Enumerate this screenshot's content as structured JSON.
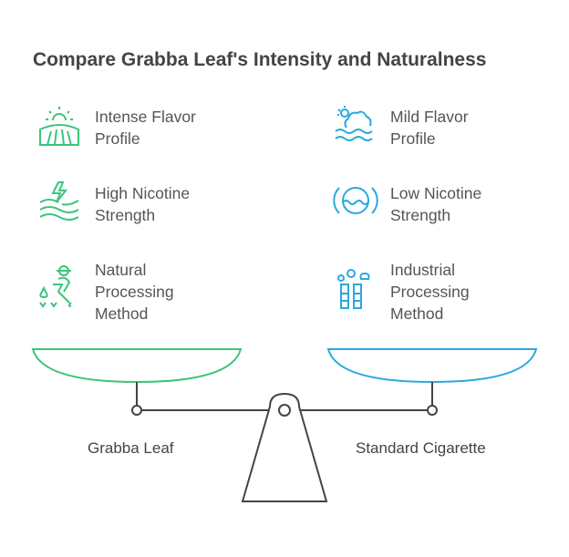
{
  "title": "Compare Grabba Leaf's Intensity and Naturalness",
  "colors": {
    "left": "#3cc47c",
    "right": "#2aa8e0",
    "beam": "#444444"
  },
  "left": {
    "label": "Grabba Leaf",
    "items": [
      {
        "line1": "Intense Flavor",
        "line2": "Profile",
        "icon": "sunrise-field-icon"
      },
      {
        "line1": "High Nicotine",
        "line2": "Strength",
        "icon": "lightning-waves-icon"
      },
      {
        "line1": "Natural",
        "line2": "Processing",
        "line3": "Method",
        "icon": "farmer-icon"
      }
    ]
  },
  "right": {
    "label": "Standard Cigarette",
    "items": [
      {
        "line1": "Mild Flavor",
        "line2": "Profile",
        "icon": "cloud-sun-waves-icon"
      },
      {
        "line1": "Low Nicotine",
        "line2": "Strength",
        "icon": "circle-waves-icon"
      },
      {
        "line1": "Industrial",
        "line2": "Processing",
        "line3": "Method",
        "icon": "factory-chimneys-icon"
      }
    ]
  }
}
